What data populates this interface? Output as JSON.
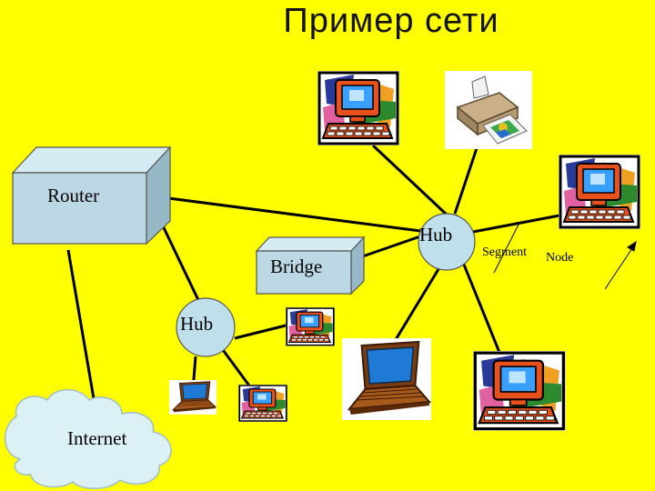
{
  "title": "Пример  сети",
  "labels": {
    "router": "Router",
    "bridge": "Bridge",
    "hub_main": "Hub",
    "hub_left": "Hub",
    "internet": "Internet",
    "segment": "Segment",
    "node": "Node"
  },
  "colors": {
    "background": "#ffff00",
    "box": "#bcd8e4",
    "hub_fill": "#bfe0ea",
    "cloud": "#dcf1f6",
    "line": "#000000"
  },
  "icons": [
    "computer-icon",
    "printer-icon",
    "laptop-icon"
  ]
}
